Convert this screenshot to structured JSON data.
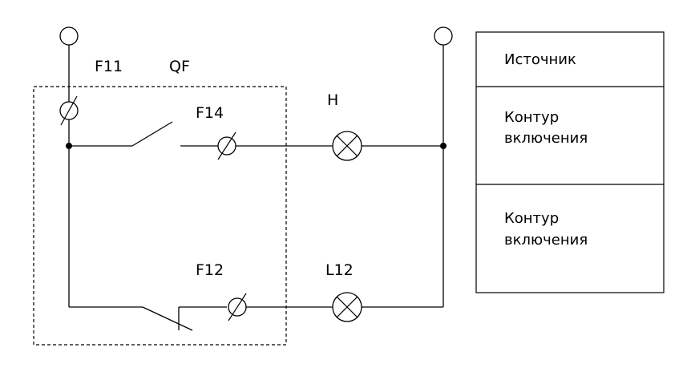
{
  "labels": {
    "f11": "F11",
    "qf": "QF",
    "f14": "F14",
    "h": "H",
    "f12": "F12",
    "l12": "L12"
  },
  "legend": {
    "row1": "Источник",
    "row2_line1": "Контур",
    "row2_line2": "включения",
    "row3_line1": "Контур",
    "row3_line2": "включения"
  }
}
